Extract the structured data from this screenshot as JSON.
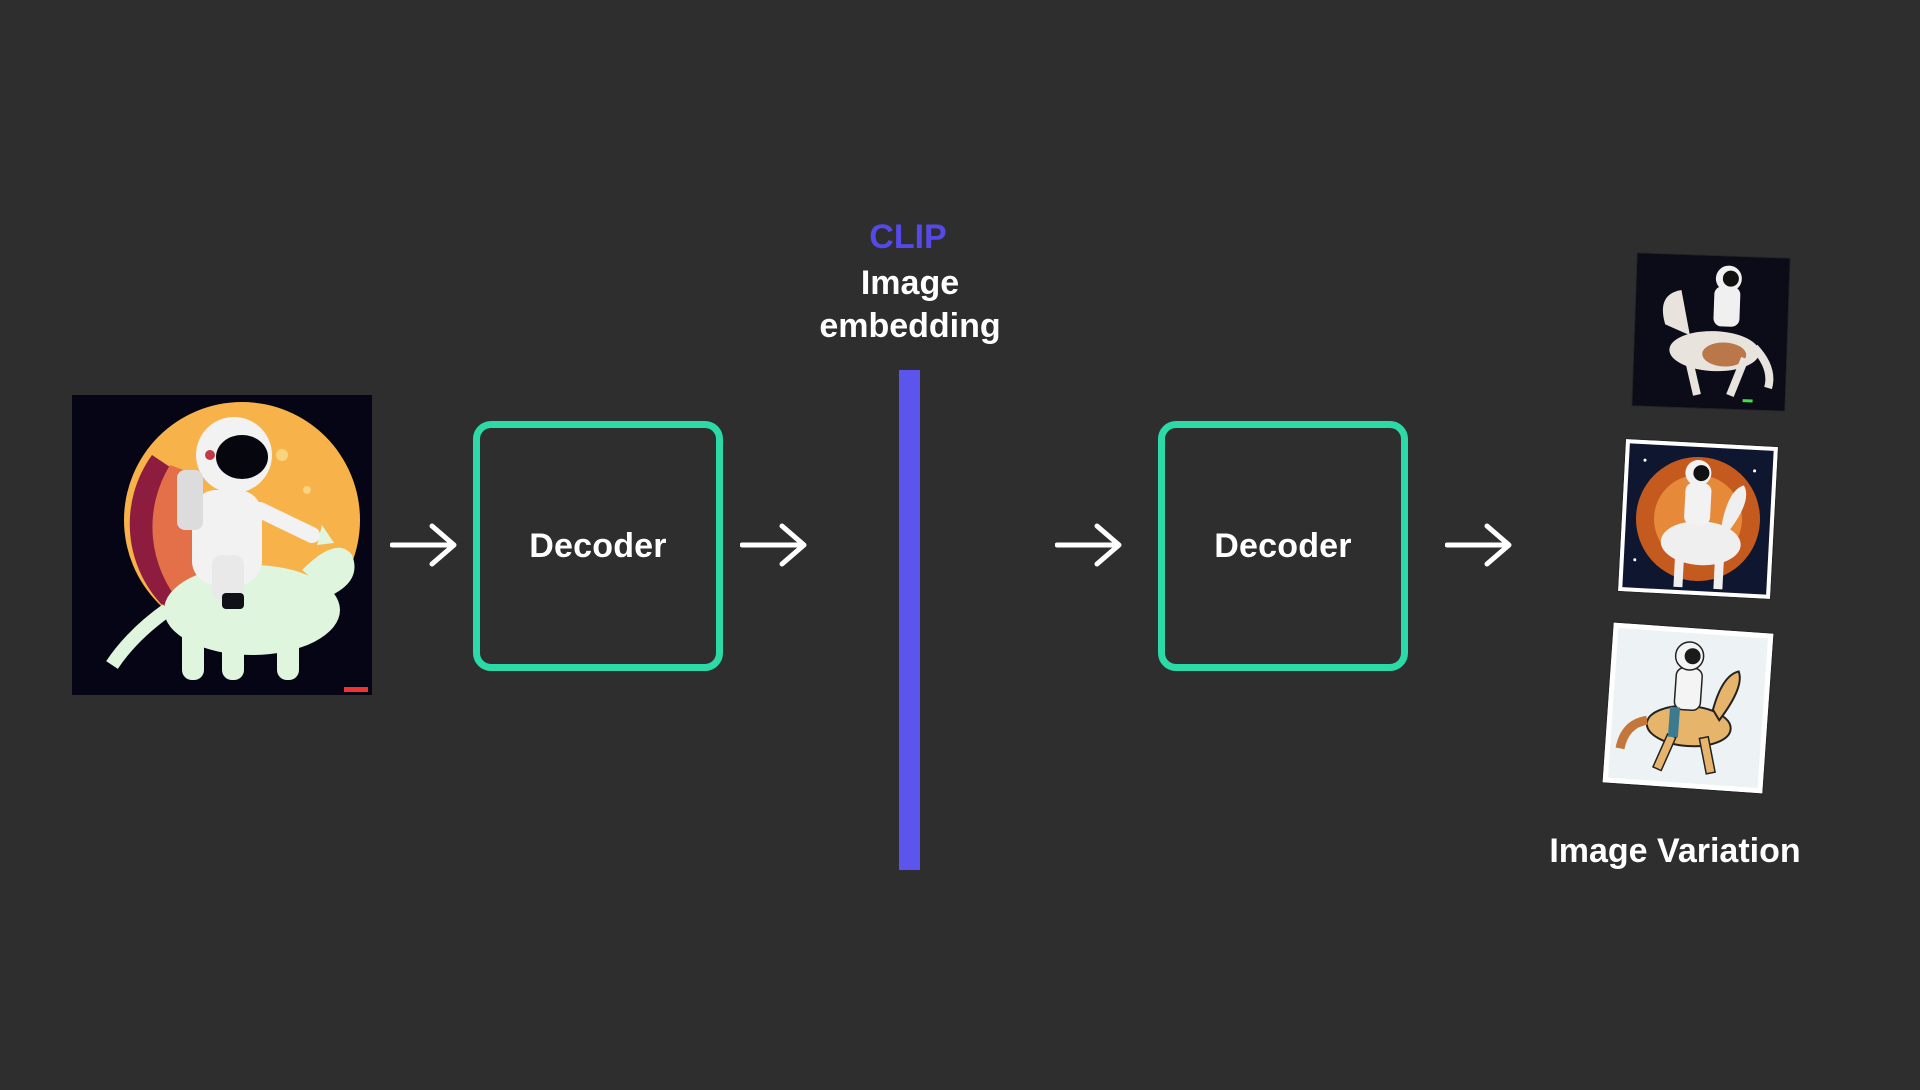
{
  "diagram": {
    "clip_title": "CLIP",
    "embedding_label_line1": "Image",
    "embedding_label_line2": "embedding",
    "decoder_1_label": "Decoder",
    "decoder_2_label": "Decoder",
    "variation_label": "Image Variation"
  },
  "colors": {
    "background": "#2e2e2e",
    "decoder_border": "#2bdaa6",
    "clip_accent": "#5549e8",
    "embedding_bar": "#5b55ee",
    "text": "#ffffff"
  }
}
